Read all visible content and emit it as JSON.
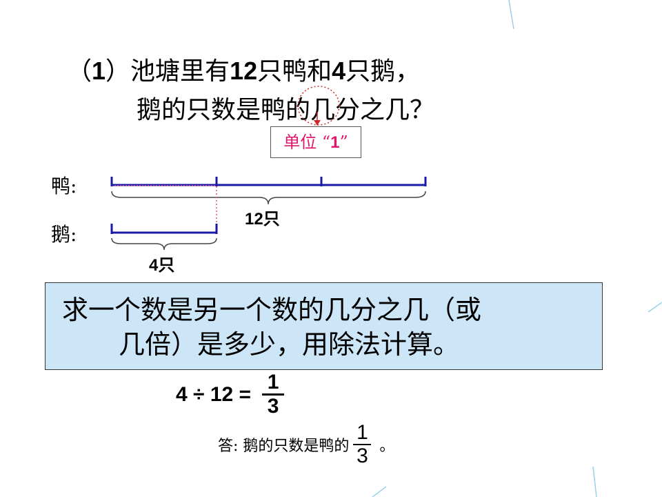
{
  "question": {
    "prefix": "（",
    "index": "1",
    "part_a": "）池塘里有",
    "num_ducks": "12",
    "part_b": "只鸭和",
    "num_geese": "4",
    "part_c": "只鹅，",
    "line2_a": "鹅的只数是",
    "line2_duck": "鸭",
    "line2_b": "的几分之几？"
  },
  "unit_tag": {
    "text": "单位",
    "quote_open": "“",
    "value": "1",
    "quote_close": "”"
  },
  "diagram": {
    "duck_label": "鸭:",
    "goose_label": "鹅:",
    "duck_total": "12只",
    "goose_total": "4只",
    "duck_parts": 3,
    "goose_parts": 1
  },
  "rule": {
    "line1": "求一个数是另一个数的几分之几（或",
    "line2": "几倍）是多少，用除法计算。"
  },
  "equation": {
    "lhs": "4 ÷ 12 =",
    "numerator": "1",
    "denominator": "3"
  },
  "answer": {
    "prefix": "答:  鹅的只数是鸭的",
    "numerator": "1",
    "denominator": "3",
    "suffix": "。"
  },
  "colors": {
    "bar": "#1a1aa6",
    "accent": "#e0156c",
    "rule_bg": "#cce6f7",
    "deco": "#9ad0ec"
  }
}
